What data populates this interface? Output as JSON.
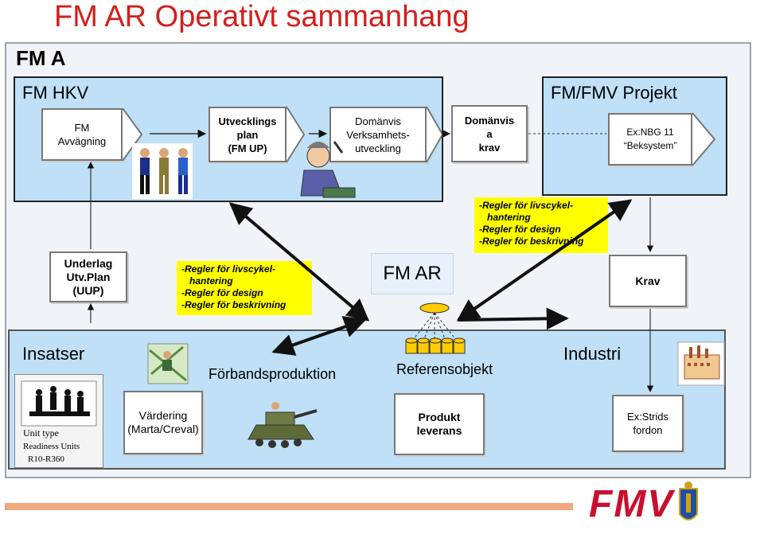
{
  "title": "FM AR Operativt sammanhang",
  "org": "FM A",
  "hkv": {
    "label": "FM HKV",
    "chain": [
      "FM\nAvvägning",
      "Utvecklings\nplan\n(FM UP)",
      "Domänvis\nVerksamhets-\nutveckling",
      "Domänvis\na\nkrav"
    ]
  },
  "projekt": {
    "label": "FM/FMV Projekt",
    "item": "Ex:NBG 11\n“Beksystem”"
  },
  "underlag": "Underlag\nUtv.Plan\n(UUP)",
  "rules": [
    "-Regler för livscykel-",
    "   hantering",
    "-Regler för design",
    "-Regler för beskrivning"
  ],
  "fmar": "FM AR",
  "krav": "Krav",
  "insatser": "Insatser",
  "forband": "Förbandsproduktion",
  "referensobjekt": "Referensobjekt",
  "industri": "Industri",
  "varding": "Värdering\n(Marta/Creval)",
  "produkt": "Produkt\nleverans",
  "strids": "Ex:Strids\nfordon",
  "unit_pic": {
    "line1": "Unit type",
    "line2": "Readiness Units",
    "line3": "R10-R360"
  },
  "logo": "FMV",
  "colors": {
    "title": "#d0201c",
    "panel": "#bfe0f6",
    "rules": "#ffff00",
    "logo_red": "#c8102e",
    "bar": "#f2a87e"
  }
}
